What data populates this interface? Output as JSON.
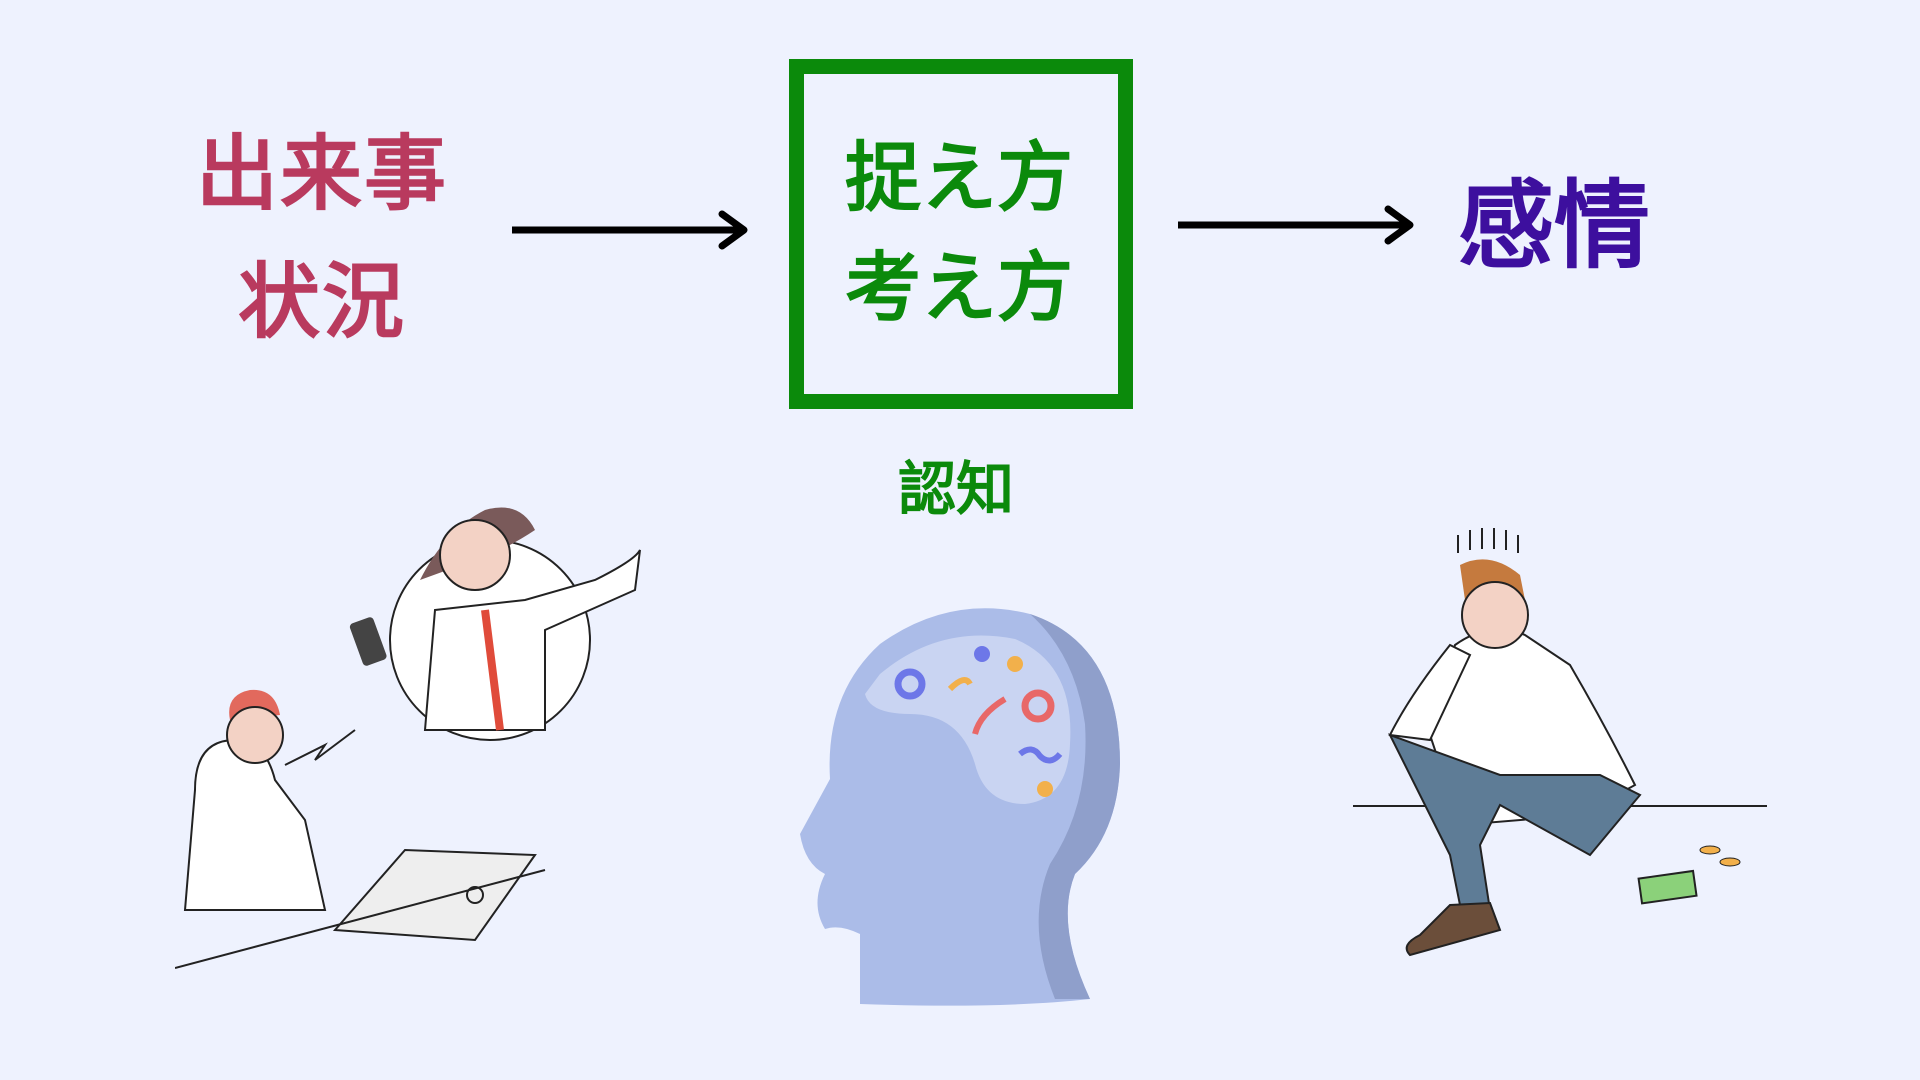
{
  "event": {
    "line1": "出来事",
    "line2": "状況"
  },
  "cognition_box": {
    "line1": "捉え方",
    "line2": "考え方",
    "color": "#0b8a0b"
  },
  "cognition_label": "認知",
  "emotion": "感情",
  "colors": {
    "event": "#b93a5e",
    "emotion": "#3d0f9e",
    "background": "#eef2fe"
  }
}
